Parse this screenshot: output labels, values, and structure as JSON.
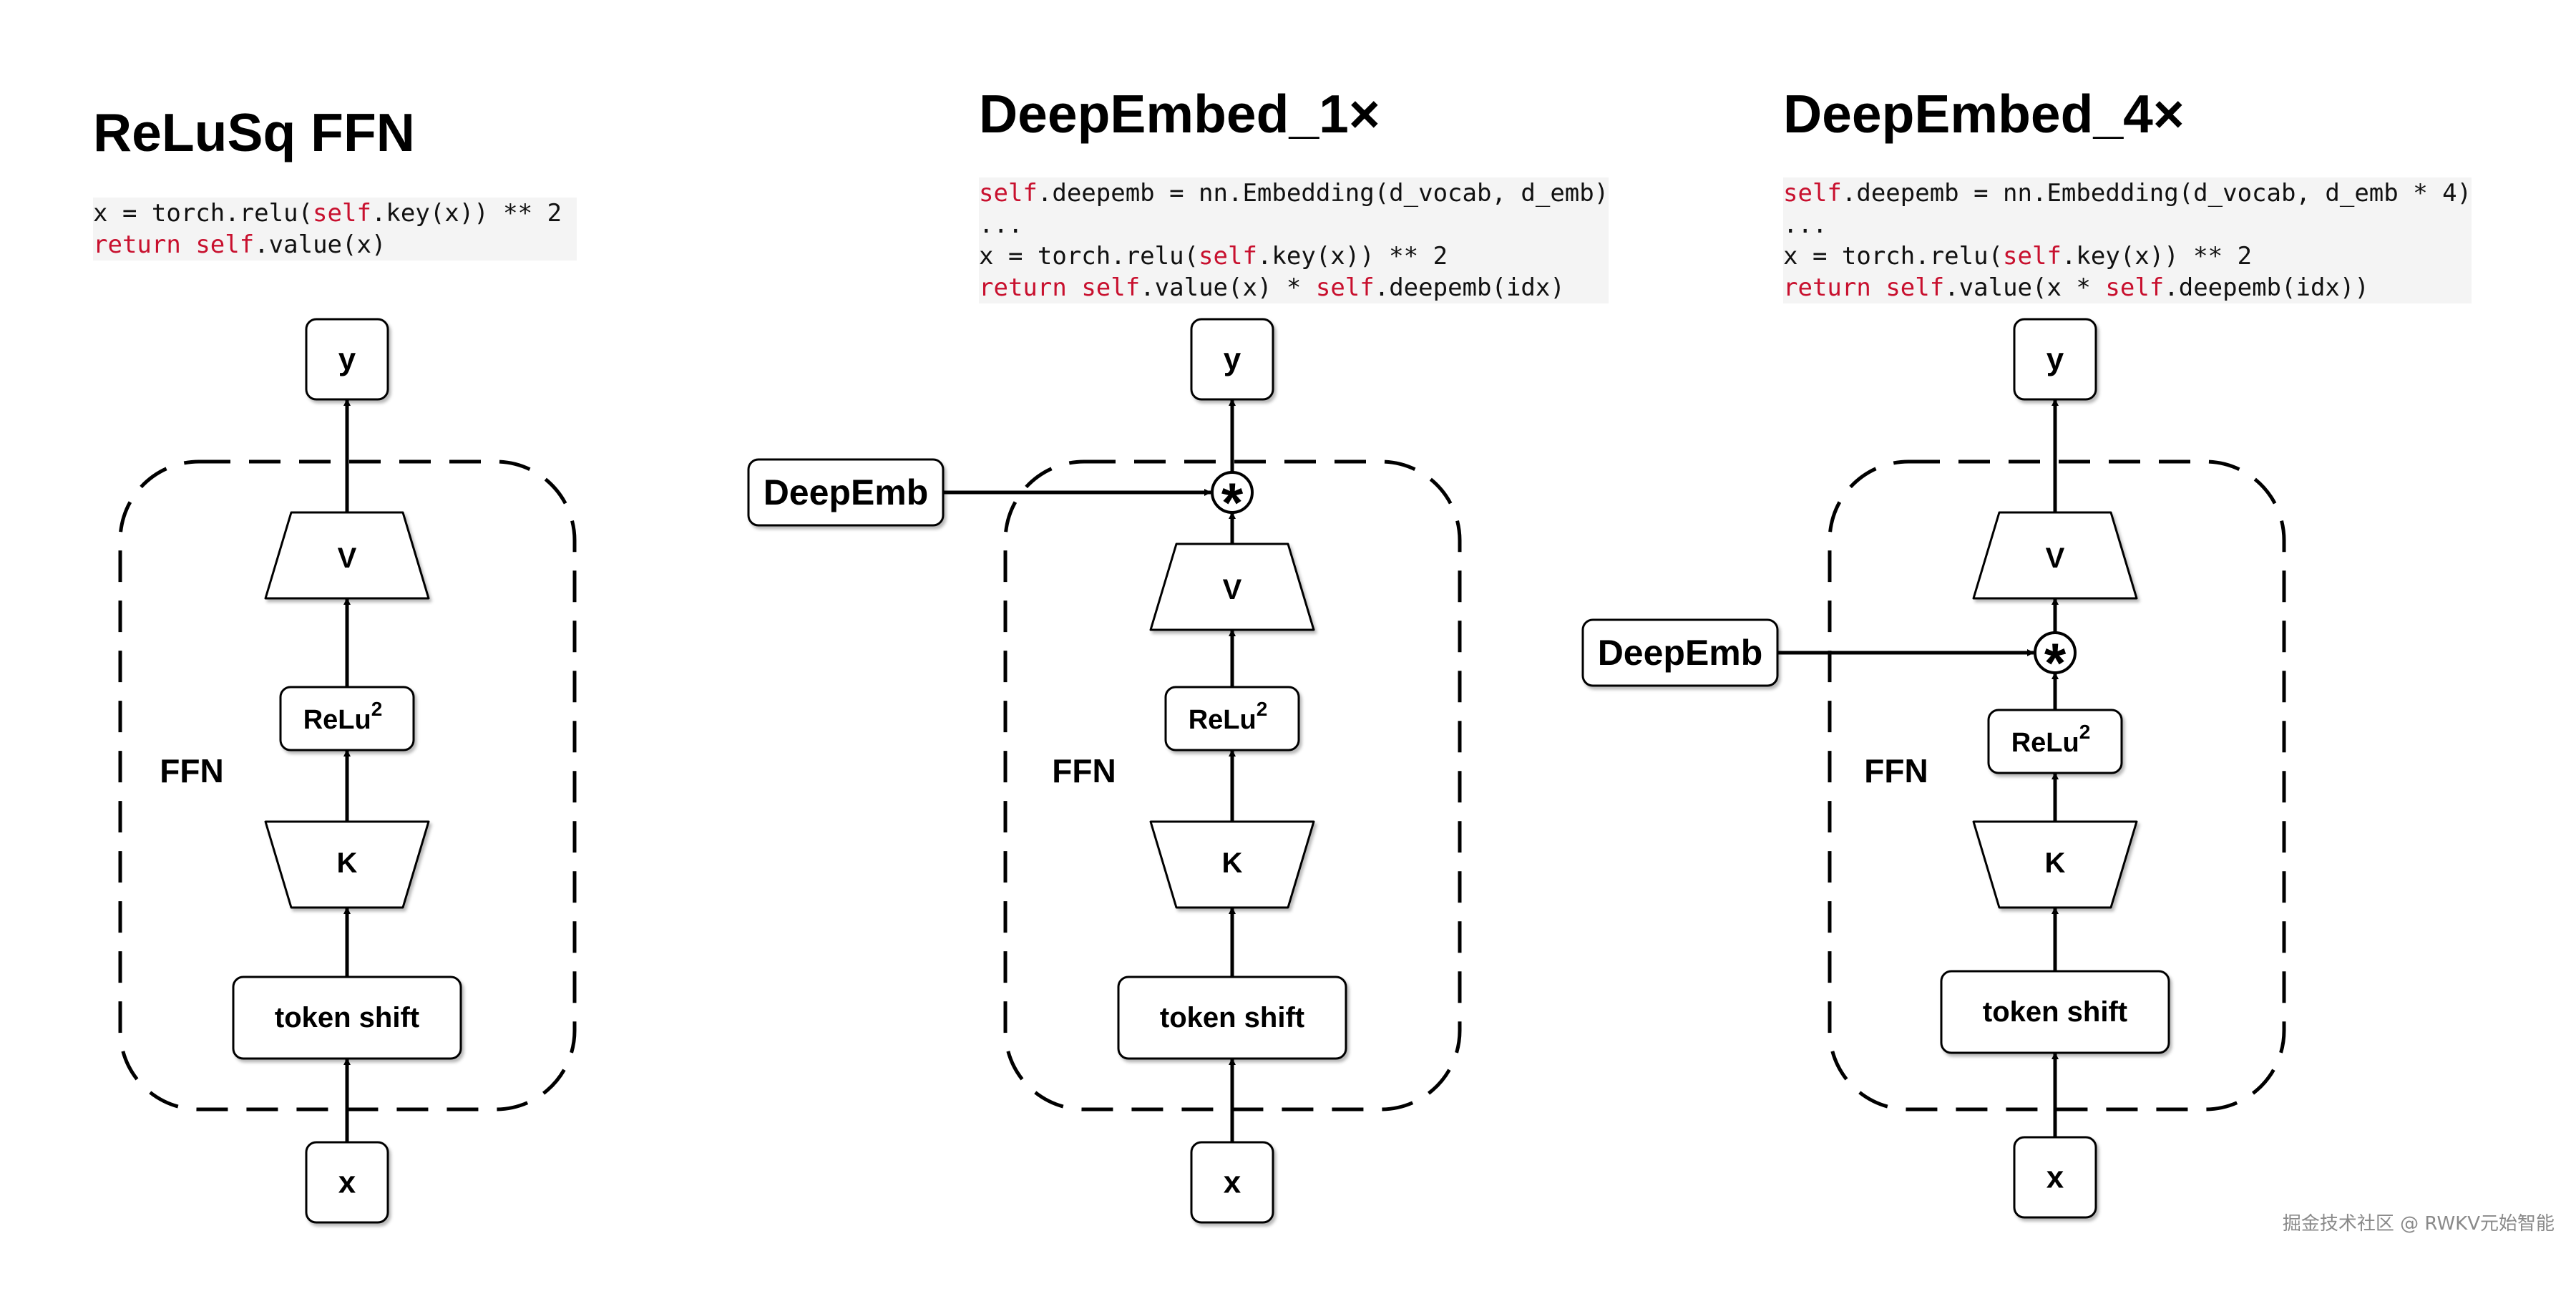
{
  "panels": [
    {
      "title": "ReLuSq FFN",
      "code": [
        [
          {
            "t": "x = torch.relu("
          },
          {
            "t": "self",
            "kw": true
          },
          {
            "t": ".key(x)) ** 2 "
          }
        ],
        [
          {
            "t": "return",
            "kw": true
          },
          {
            "t": " "
          },
          {
            "t": "self",
            "kw": true
          },
          {
            "t": ".value(x)"
          }
        ]
      ],
      "nodes": {
        "output": "y",
        "value": "V",
        "relu": "ReLu",
        "relu_sup": "2",
        "key": "K",
        "token_shift": "token shift",
        "input": "x",
        "ffn_label": "FFN"
      }
    },
    {
      "title": "DeepEmbed_1×",
      "code": [
        [
          {
            "t": "self",
            "kw": true
          },
          {
            "t": ".deepemb = nn.Embedding(d_vocab, d_emb)"
          }
        ],
        [
          {
            "t": "..."
          }
        ],
        [
          {
            "t": "x = torch.relu("
          },
          {
            "t": "self",
            "kw": true
          },
          {
            "t": ".key(x)) ** 2"
          }
        ],
        [
          {
            "t": "return",
            "kw": true
          },
          {
            "t": " "
          },
          {
            "t": "self",
            "kw": true
          },
          {
            "t": ".value(x) * "
          },
          {
            "t": "self",
            "kw": true
          },
          {
            "t": ".deepemb(idx)"
          }
        ]
      ],
      "nodes": {
        "output": "y",
        "value": "V",
        "relu": "ReLu",
        "relu_sup": "2",
        "key": "K",
        "token_shift": "token shift",
        "input": "x",
        "ffn_label": "FFN",
        "deepemb": "DeepEmb",
        "multiply": "*"
      }
    },
    {
      "title": "DeepEmbed_4×",
      "code": [
        [
          {
            "t": "self",
            "kw": true
          },
          {
            "t": ".deepemb = nn.Embedding(d_vocab, d_emb * 4)"
          }
        ],
        [
          {
            "t": "..."
          }
        ],
        [
          {
            "t": "x = torch.relu("
          },
          {
            "t": "self",
            "kw": true
          },
          {
            "t": ".key(x)) ** 2"
          }
        ],
        [
          {
            "t": "return",
            "kw": true
          },
          {
            "t": " "
          },
          {
            "t": "self",
            "kw": true
          },
          {
            "t": ".value(x * "
          },
          {
            "t": "self",
            "kw": true
          },
          {
            "t": ".deepemb(idx))"
          }
        ]
      ],
      "nodes": {
        "output": "y",
        "value": "V",
        "relu": "ReLu",
        "relu_sup": "2",
        "key": "K",
        "token_shift": "token shift",
        "input": "x",
        "ffn_label": "FFN",
        "deepemb": "DeepEmb",
        "multiply": "*"
      }
    }
  ],
  "watermark": "掘金技术社区 @ RWKV元始智能",
  "colors": {
    "keyword": "#c8102e",
    "code_bg": "#f4f4f4",
    "stroke": "#000000"
  }
}
